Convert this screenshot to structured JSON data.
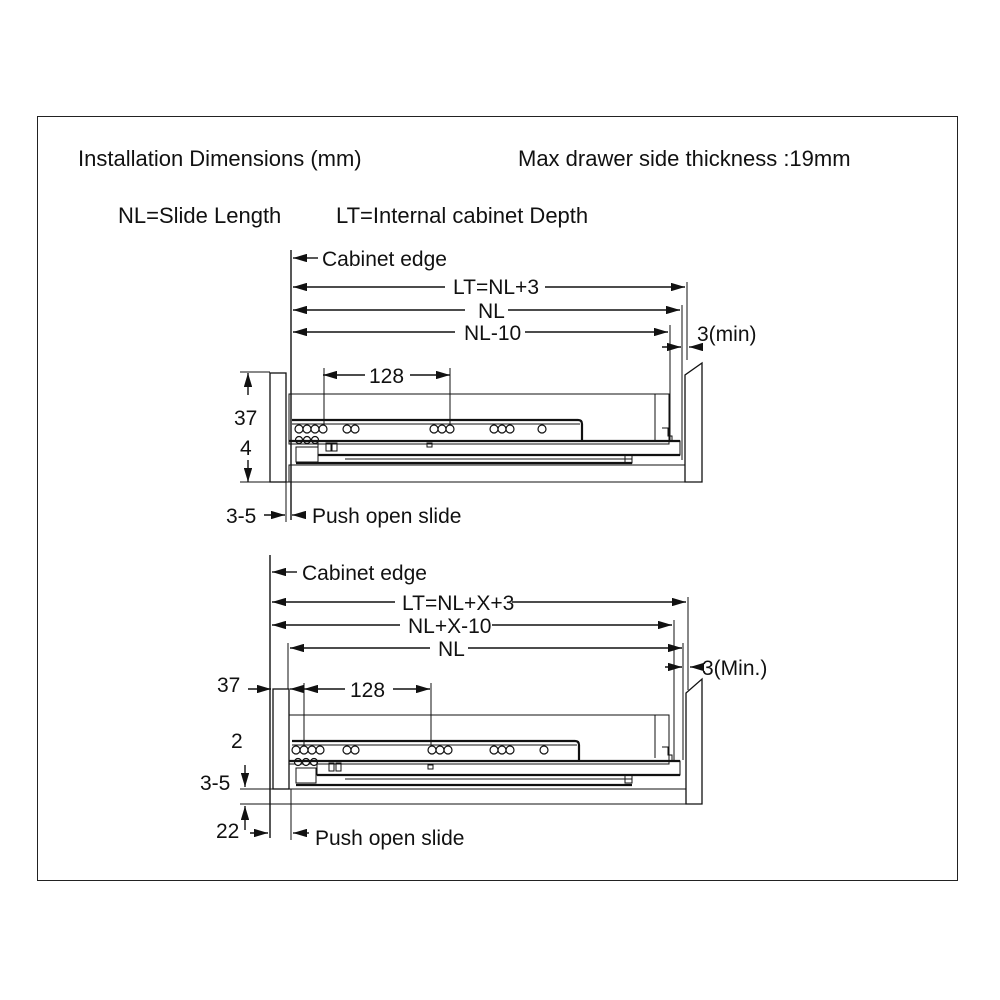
{
  "header": {
    "title": "Installation Dimensions (mm)",
    "max_thickness": "Max drawer side thickness :19mm",
    "legend_nl": "NL=Slide Length",
    "legend_lt": "LT=Internal cabinet Depth"
  },
  "diagram_top": {
    "cabinet_edge": "Cabinet edge",
    "dim_lt": "LT=NL+3",
    "dim_nl": "NL",
    "dim_nl10": "NL-10",
    "dim_min": "3(min)",
    "dim_128": "128",
    "dim_37": "37",
    "dim_4": "4",
    "dim_35": "3-5",
    "push_open": "Push open slide"
  },
  "diagram_bottom": {
    "cabinet_edge": "Cabinet edge",
    "dim_lt": "LT=NL+X+3",
    "dim_nlx10": "NL+X-10",
    "dim_nl": "NL",
    "dim_min": "3(Min.)",
    "dim_37": "37",
    "dim_128": "128",
    "dim_2": "2",
    "dim_35": "3-5",
    "dim_22": "22",
    "push_open": "Push open slide"
  }
}
